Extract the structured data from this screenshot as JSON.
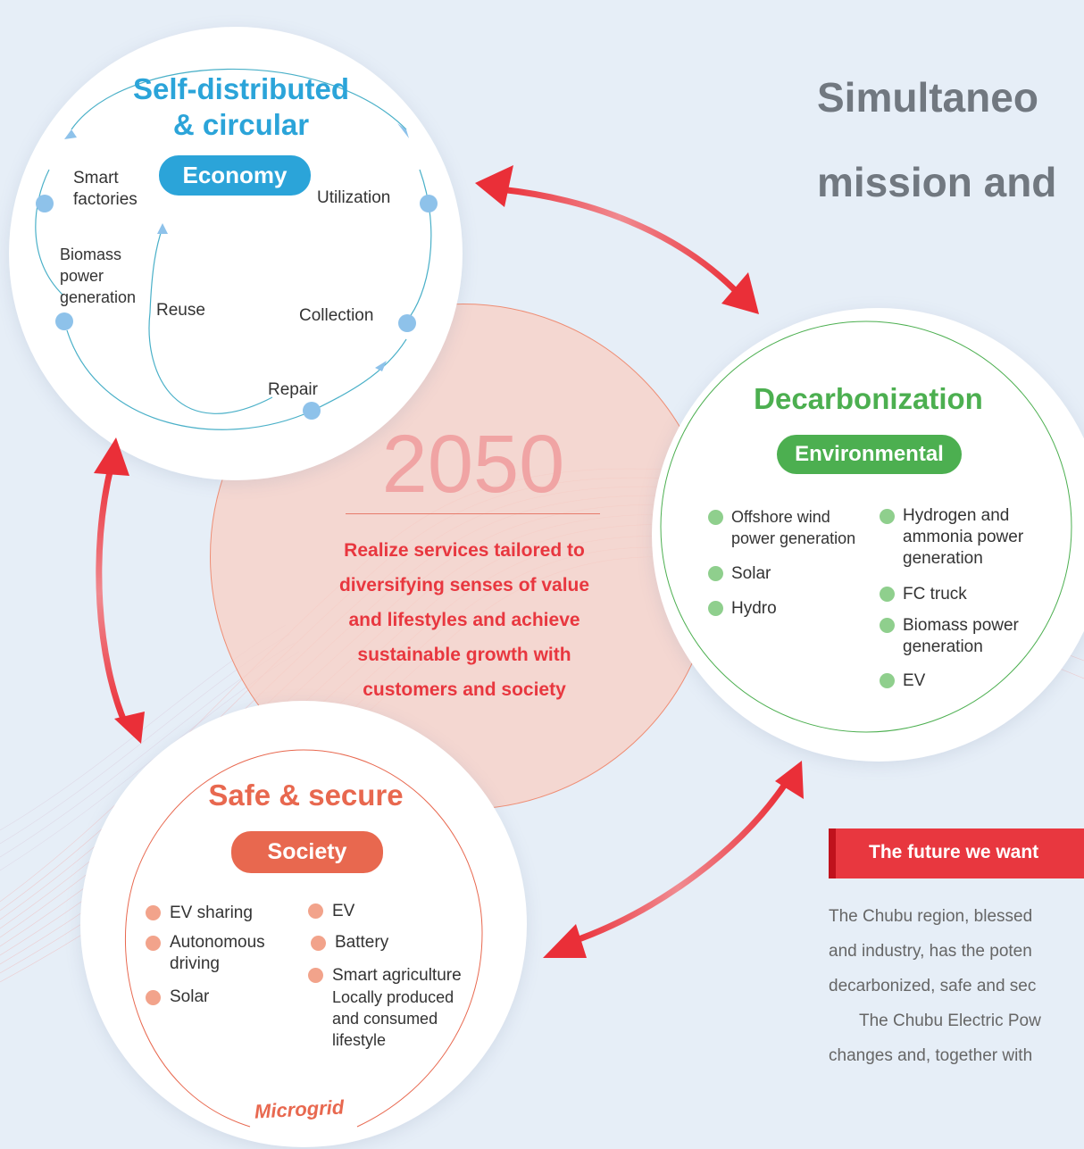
{
  "heading": {
    "line1": "Simultaneo",
    "line2": "mission and"
  },
  "center": {
    "year": "2050",
    "text": [
      "Realize services tailored to",
      "diversifying senses of value",
      "and lifestyles and achieve",
      "sustainable growth with",
      "customers and society"
    ]
  },
  "economy": {
    "title1": "Self-distributed",
    "title2": "& circular",
    "pill": "Economy",
    "labels": {
      "smart": [
        "Smart",
        "factories"
      ],
      "utilization": "Utilization",
      "biomass": [
        "Biomass",
        "power",
        "generation"
      ],
      "reuse": "Reuse",
      "collection": "Collection",
      "repair": "Repair"
    }
  },
  "environmental": {
    "title": "Decarbonization",
    "pill": "Environmental",
    "left_items": [
      [
        "Offshore wind",
        "power generation"
      ],
      [
        "Solar"
      ],
      [
        "Hydro"
      ]
    ],
    "right_items": [
      [
        "Hydrogen and",
        "ammonia power",
        "generation"
      ],
      [
        "FC truck"
      ],
      [
        "Biomass power",
        "generation"
      ],
      [
        "EV"
      ]
    ]
  },
  "society": {
    "title": "Safe & secure",
    "pill": "Society",
    "left_items": [
      [
        "EV sharing"
      ],
      [
        "Autonomous",
        "driving"
      ],
      [
        "Solar"
      ]
    ],
    "right_items": [
      [
        "EV"
      ],
      [
        "Battery"
      ],
      [
        "Smart agriculture",
        "Locally produced",
        "and consumed",
        "lifestyle"
      ]
    ],
    "microgrid": "Microgrid"
  },
  "future": {
    "bar_title": "The future we want",
    "lines": [
      "The Chubu region, blessed",
      "and industry, has the poten",
      "decarbonized, safe and sec",
      "The Chubu Electric Pow",
      "changes and, together with"
    ]
  },
  "colors": {
    "blue": "#2ba4d9",
    "green": "#4caf50",
    "orange": "#e8684f",
    "red_accent": "#e8373f",
    "arrow_red": "#ea2f38"
  }
}
